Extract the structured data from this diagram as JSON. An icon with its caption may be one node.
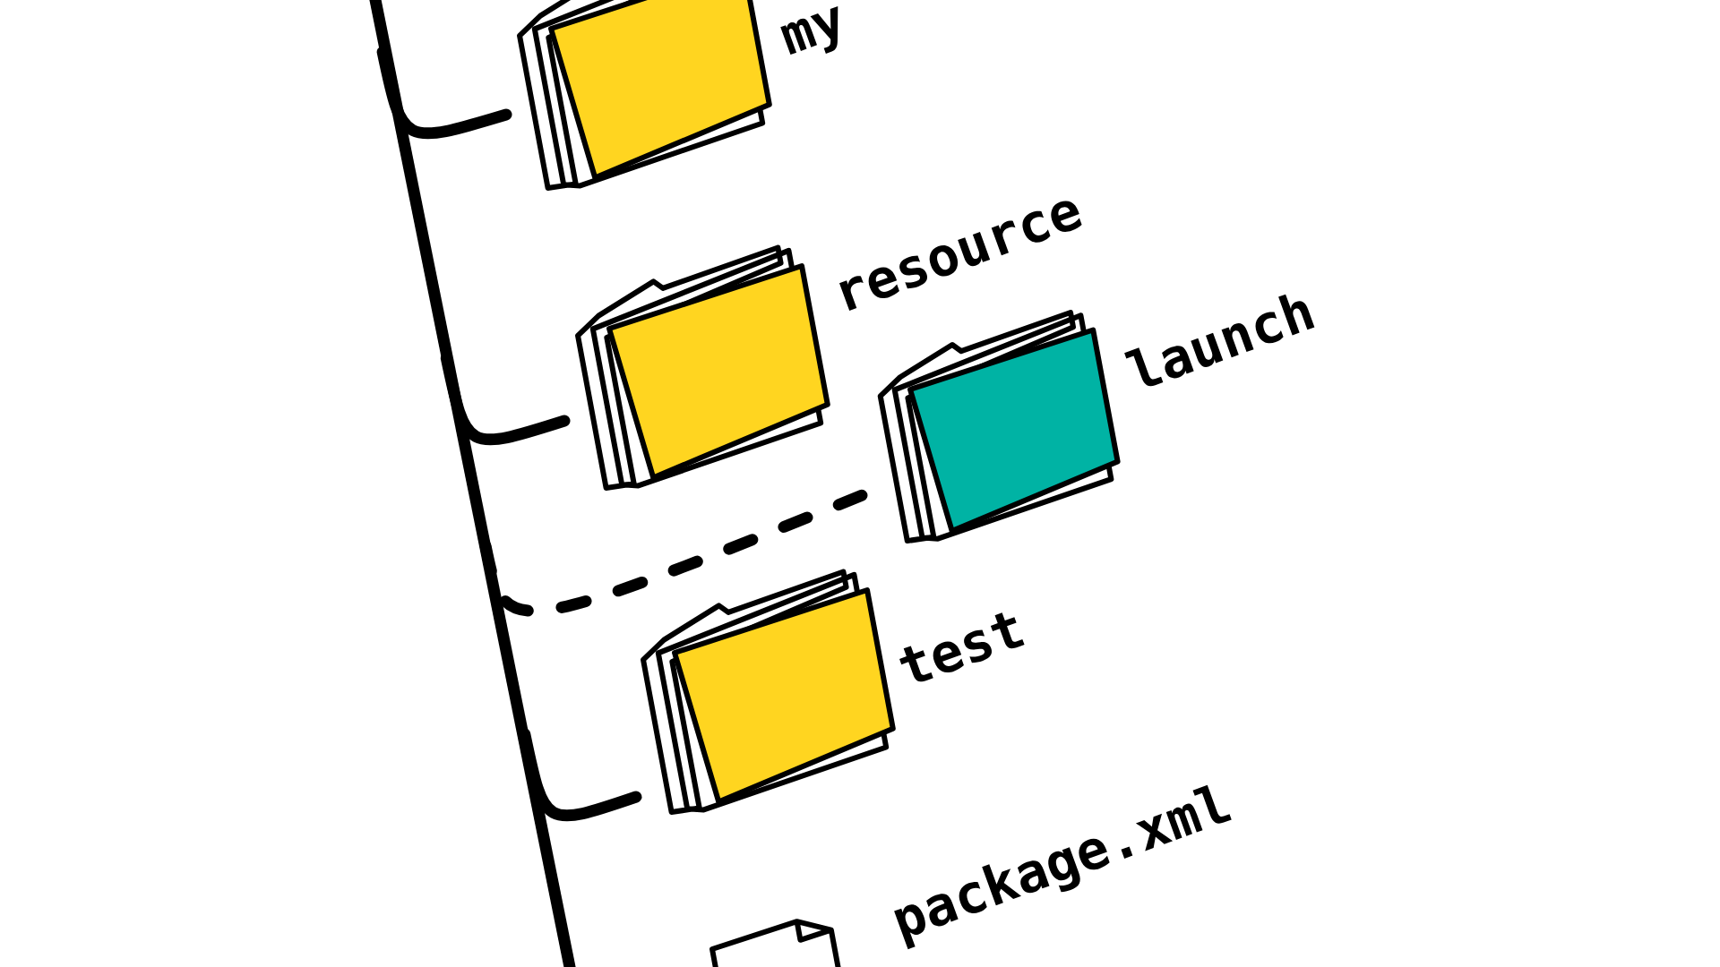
{
  "diagram": {
    "nodes": [
      {
        "text": [
          "my"
        ]
      },
      {
        "text": [
          "resource"
        ]
      },
      {
        "text": [
          "launch"
        ]
      },
      {
        "text": [
          "test"
        ]
      },
      {
        "text": [
          "package.xml"
        ]
      }
    ],
    "edges": [
      {
        "from": null,
        "to": 0,
        "arrow": "none"
      },
      {
        "from": null,
        "to": 1,
        "arrow": "none"
      },
      {
        "from": null,
        "to": 2,
        "arrow": "none",
        "style": "dashed"
      },
      {
        "from": null,
        "to": 3,
        "arrow": "none"
      }
    ]
  }
}
